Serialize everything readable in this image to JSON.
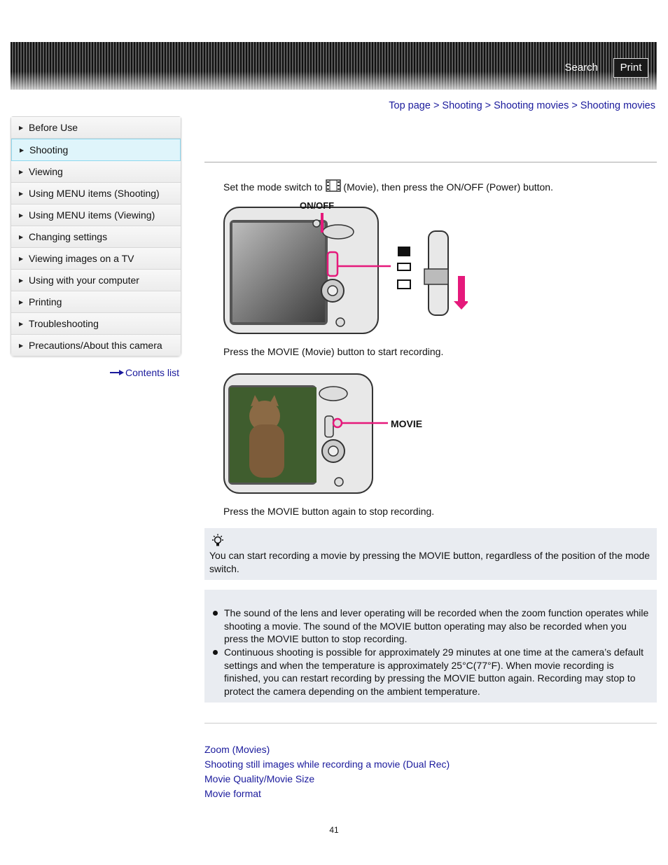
{
  "header": {
    "search_label": "Search",
    "print_label": "Print"
  },
  "breadcrumb": {
    "items": [
      "Top page",
      "Shooting",
      "Shooting movies",
      "Shooting movies"
    ],
    "separator": ">"
  },
  "sidebar": {
    "items": [
      {
        "label": "Before Use"
      },
      {
        "label": "Shooting",
        "active": true
      },
      {
        "label": "Viewing"
      },
      {
        "label": "Using MENU items (Shooting)"
      },
      {
        "label": "Using MENU items (Viewing)"
      },
      {
        "label": "Changing settings"
      },
      {
        "label": "Viewing images on a TV"
      },
      {
        "label": "Using with your computer"
      },
      {
        "label": "Printing"
      },
      {
        "label": "Troubleshooting"
      },
      {
        "label": "Precautions/About this camera"
      }
    ],
    "contents_list_label": "Contents list"
  },
  "main": {
    "step1_prefix": "Set the mode switch to",
    "step1_suffix": "(Movie), then press the ON/OFF (Power) button.",
    "figure1": {
      "onoff_label": "ON/OFF"
    },
    "step2": "Press the MOVIE (Movie) button to start recording.",
    "figure2": {
      "movie_label": "MOVIE"
    },
    "step3": "Press the MOVIE button again to stop recording.",
    "tip": {
      "icon": "lightbulb-icon",
      "text": "You can start recording a movie by pressing the MOVIE button, regardless of the position of the mode switch."
    },
    "notes": [
      "The sound of the lens and lever operating will be recorded when the zoom function operates while shooting a movie. The sound of the MOVIE button operating may also be recorded when you press the MOVIE button to stop recording.",
      "Continuous shooting is possible for approximately 29 minutes at one time at the camera’s default settings and when the temperature is approximately 25°C(77°F). When movie recording is finished, you can restart recording by pressing the MOVIE button again. Recording may stop to protect the camera depending on the ambient temperature."
    ],
    "related_links": [
      "Zoom (Movies)",
      "Shooting still images while recording a movie (Dual Rec)",
      "Movie Quality/Movie Size",
      "Movie format"
    ]
  },
  "page_number": "41",
  "colors": {
    "link": "#1a1a9c",
    "highlight_pink": "#e5197b",
    "active_nav_bg": "#dff5fb",
    "note_bg": "#e9ecf1"
  }
}
